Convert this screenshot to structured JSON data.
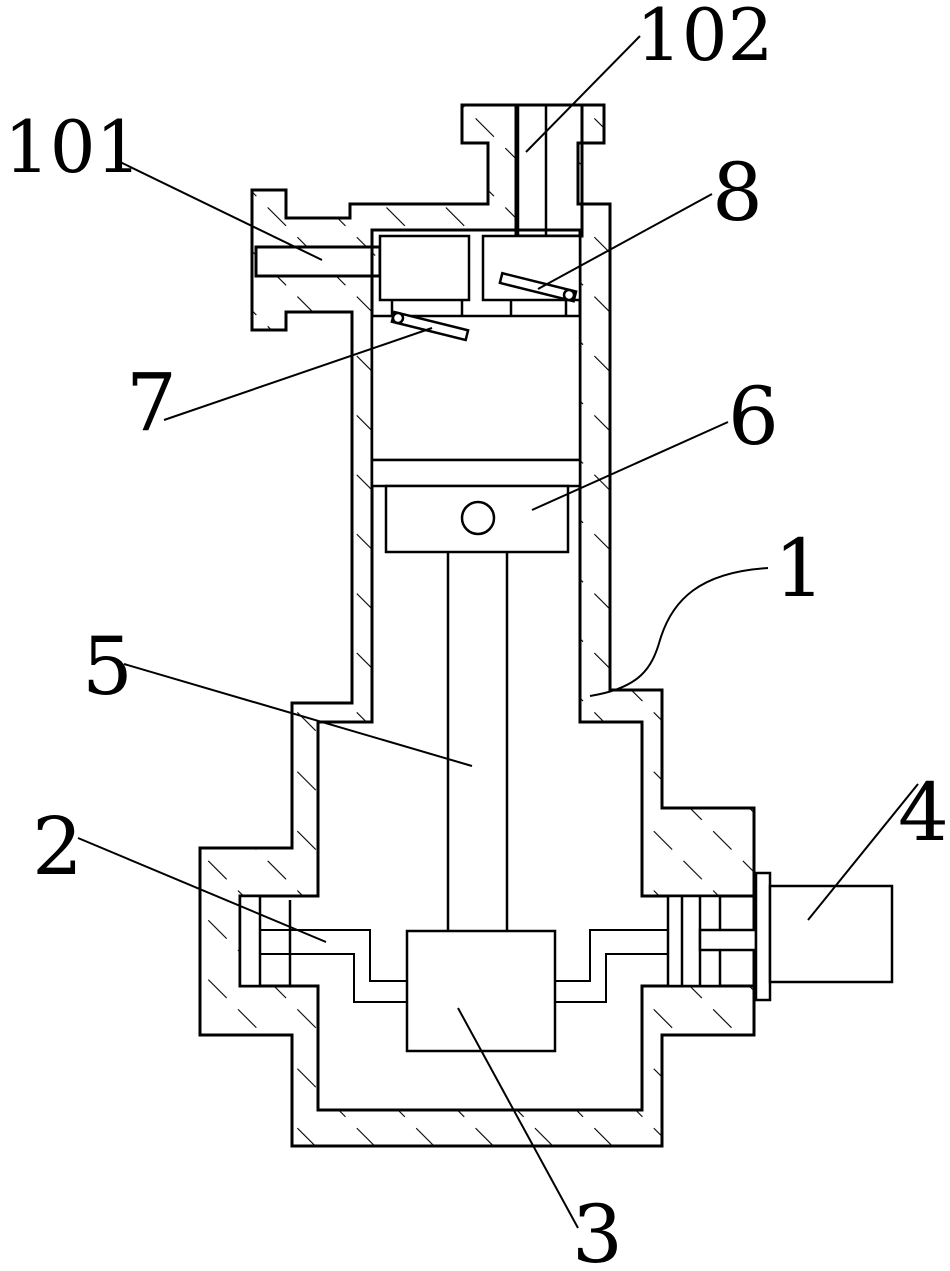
{
  "labels": {
    "l101": "101",
    "l102": "102",
    "l8": "8",
    "l7": "7",
    "l6": "6",
    "l1": "1",
    "l5": "5",
    "l4": "4",
    "l2": "2",
    "l3": "3"
  },
  "colors": {
    "line": "#000000",
    "background": "#ffffff"
  }
}
